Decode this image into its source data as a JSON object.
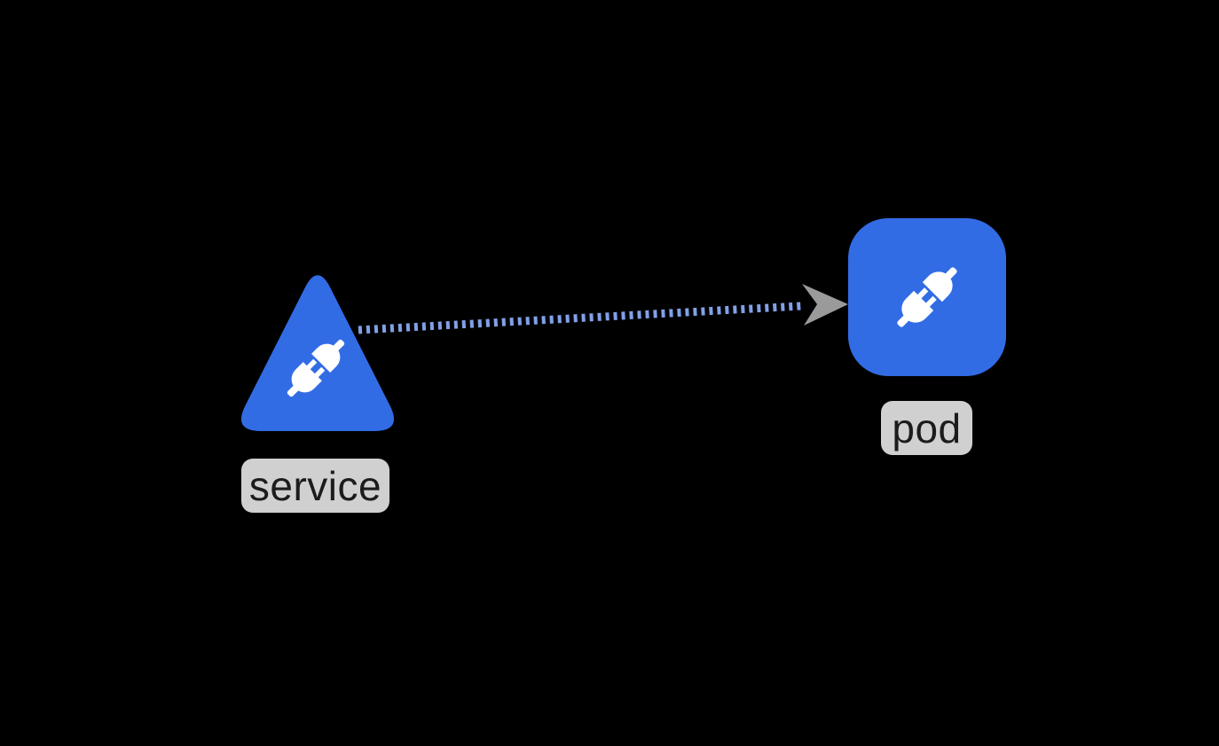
{
  "diagram": {
    "nodes": [
      {
        "id": "service",
        "label": "service",
        "shape": "rounded-triangle",
        "icon": "plug-connection-icon",
        "color": "#326CE5"
      },
      {
        "id": "pod",
        "label": "pod",
        "shape": "rounded-square",
        "icon": "plug-connection-icon",
        "color": "#326CE5"
      }
    ],
    "edges": [
      {
        "from": "service",
        "to": "pod",
        "style": "dotted",
        "arrowhead": "stealth-right",
        "color": "#82A0E8"
      }
    ],
    "colors": {
      "background": "#000000",
      "accent_blue": "#326CE5",
      "connector": "#82A0E8",
      "arrowhead": "#9A9A9A",
      "label_bg": "#D0D0D0",
      "label_text": "#1C1C1C",
      "icon": "#FFFFFF"
    }
  }
}
